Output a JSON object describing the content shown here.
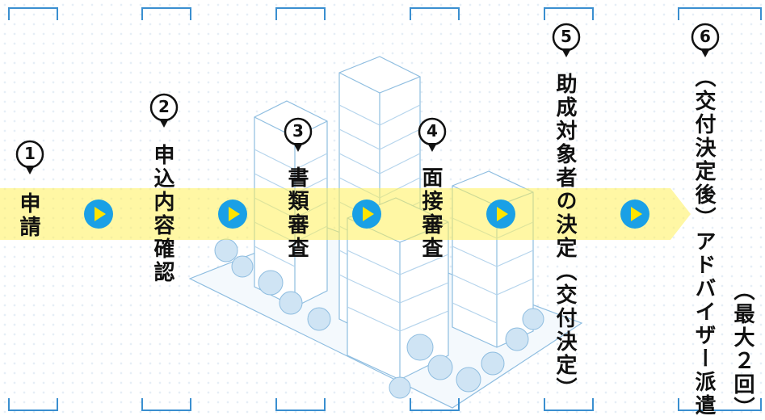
{
  "colors": {
    "band": "#fff06a",
    "arrow_button": "#1aa0e6",
    "arrow_triangle": "#ffe400",
    "bracket": "#3a8fd0",
    "building_line": "#7fb3d8"
  },
  "steps": [
    {
      "number": "1",
      "label": "申請"
    },
    {
      "number": "2",
      "label": "申込内容確認"
    },
    {
      "number": "3",
      "label": "書類審査"
    },
    {
      "number": "4",
      "label": "面接審査"
    },
    {
      "number": "5",
      "label": "助成対象者の決定（交付決定）"
    },
    {
      "number": "6",
      "label": "（交付決定後）アドバイザー派遣",
      "sub_label": "（最大２回）"
    }
  ],
  "icons": {
    "arrow": "play-arrow-icon",
    "pin": "location-pin-icon"
  }
}
